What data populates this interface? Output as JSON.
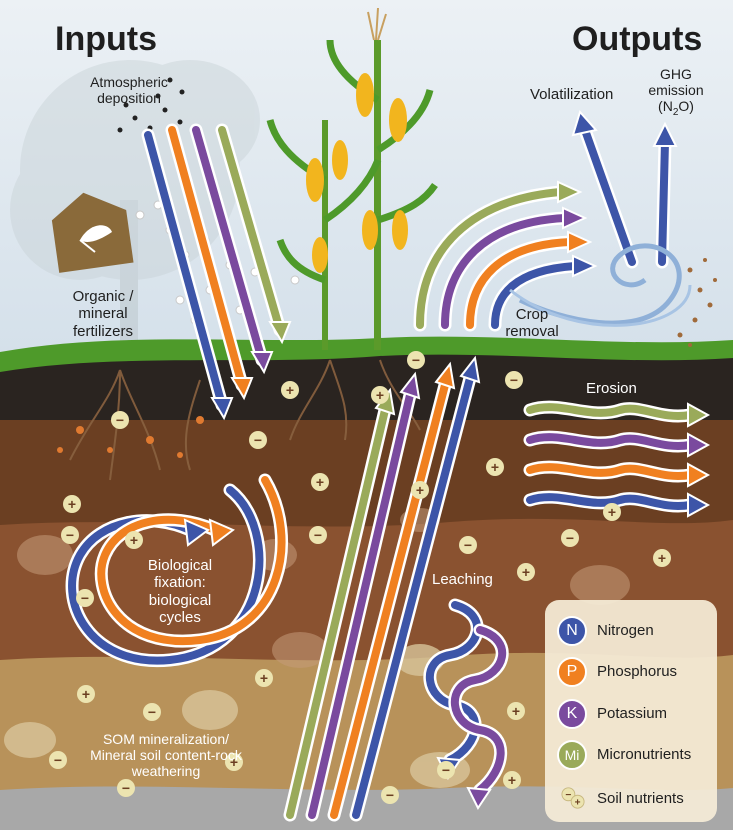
{
  "headings": {
    "inputs": "Inputs",
    "outputs": "Outputs"
  },
  "labels": {
    "atmospheric_line1": "Atmospheric",
    "atmospheric_line2": "deposition",
    "fertilizers_line1": "Organic /",
    "fertilizers_line2": "mineral",
    "fertilizers_line3": "fertilizers",
    "volatilization": "Volatilization",
    "ghg_line1": "GHG",
    "ghg_line2": "emission",
    "ghg_n": "(N",
    "ghg_sub": "2",
    "ghg_o": "O)",
    "crop_line1": "Crop",
    "crop_line2": "removal",
    "erosion": "Erosion",
    "bio_line1": "Biological",
    "bio_line2": "fixation:",
    "bio_line3": "biological",
    "bio_line4": "cycles",
    "leaching": "Leaching",
    "som_line1": "SOM mineralization/",
    "som_line2": "Mineral soil content-rock",
    "som_line3": "weathering"
  },
  "legend": [
    {
      "symbol": "N",
      "label": "Nitrogen",
      "color": "#3d55a8"
    },
    {
      "symbol": "P",
      "label": "Phosphorus",
      "color": "#f08020"
    },
    {
      "symbol": "K",
      "label": "Potassium",
      "color": "#7a4a9e"
    },
    {
      "symbol": "Mi",
      "label": "Micronutrients",
      "color": "#9aaa5a"
    }
  ],
  "soil_nutrients_label": "Soil nutrients",
  "colors": {
    "nitrogen": "#3d55a8",
    "phosphorus": "#f08020",
    "potassium": "#7a4a9e",
    "micronutrients": "#9aaa5a",
    "sky": "#dfe8ef",
    "grass": "#4e9a2a",
    "topsoil": "#2a2420",
    "soil_mid": "#6b3f22",
    "soil_brown": "#8a5230",
    "subsoil": "#b8925a",
    "bedrock": "#a8a8a8",
    "fertilizer_bag": "#8a6a3a"
  }
}
